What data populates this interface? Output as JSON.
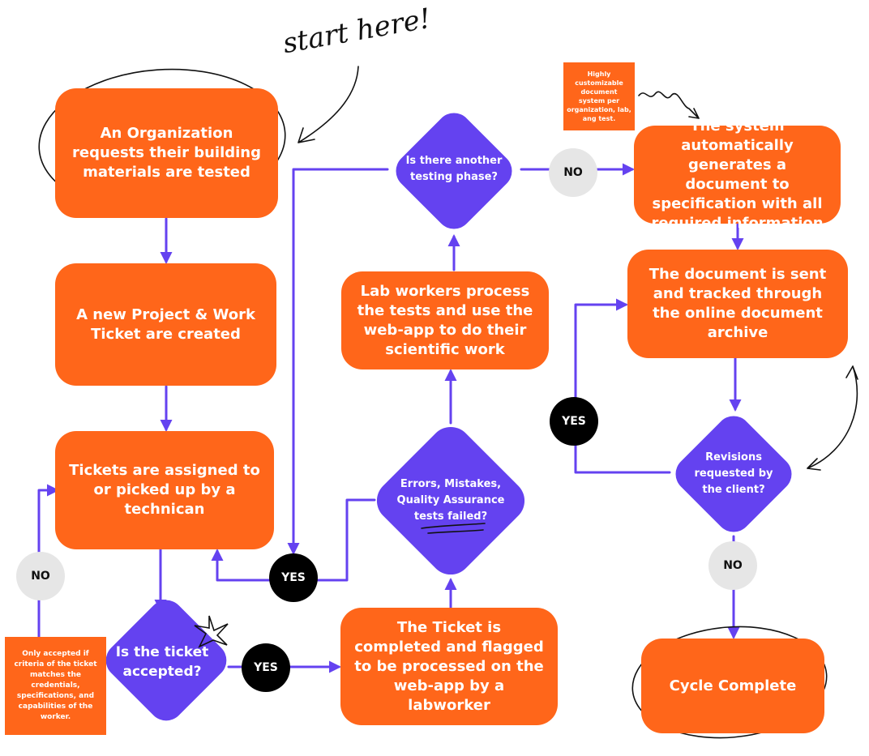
{
  "colors": {
    "orange": "#ff661a",
    "purple": "#6442f0",
    "black": "#000000",
    "gray": "#e6e6e6"
  },
  "annotation": {
    "start_here": "start here!"
  },
  "boxes": {
    "org_request": "An Organization requests their building materials are tested",
    "new_project": "A new Project & Work Ticket are created",
    "tickets_assigned": "Tickets are assigned to or picked up by a technican",
    "ticket_completed": "The Ticket is completed and flagged to be processed on the web-app by a labworker",
    "lab_workers": "Lab workers process the tests and use the web-app to do their scientific work",
    "system_generates": "The system automatically generates a document to specification with all required information",
    "document_sent": "The document is sent and tracked through the online document archive",
    "cycle_complete": "Cycle Complete"
  },
  "decisions": {
    "ticket_accepted": "Is the ticket accepted?",
    "errors": "Errors, Mistakes, Quality Assurance tests failed?",
    "another_phase": "Is there another testing phase?",
    "revisions": "Revisions requested by the client?"
  },
  "labels": {
    "no_left": "NO",
    "yes_accept": "YES",
    "yes_errors": "YES",
    "no_phase": "NO",
    "yes_revisions": "YES",
    "no_revisions": "NO"
  },
  "notes": {
    "criteria": "Only accepted if criteria of the ticket matches the credentials, specifications, and capabilities of the worker.",
    "customizable": "Highly customizable document system per organization, lab, ang test."
  }
}
